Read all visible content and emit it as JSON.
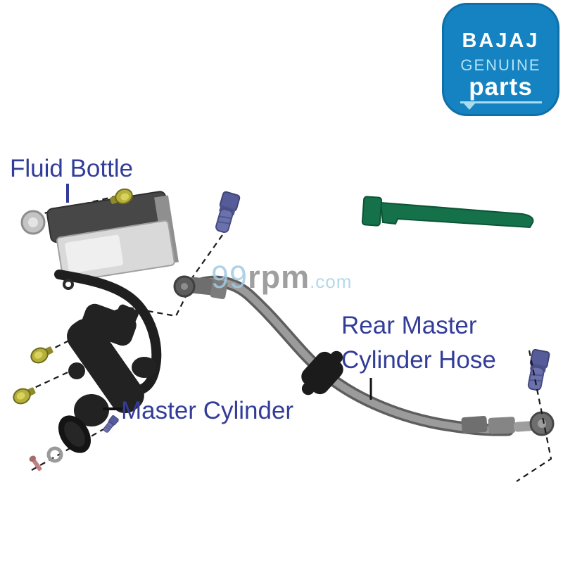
{
  "labels": {
    "fluid_bottle": "Fluid Bottle",
    "master_cylinder": "Master Cylinder",
    "rear_hose_line1": "Rear Master",
    "rear_hose_line2": "Cylinder Hose"
  },
  "watermark": {
    "num": "99",
    "name": "rpm",
    "tld": ".com"
  },
  "logo": {
    "brand": "BAJAJ",
    "genuine": "GENUINE",
    "parts": "parts"
  },
  "colors": {
    "label_text": "#333d99",
    "logo_background": "#1583c1",
    "logo_accent": "#aadcf0",
    "green_part": "#15714a",
    "yellow_bolt": "#b6b03a",
    "purple_bolt": "#5d639e",
    "hose_gray": "#9b9b9b",
    "watermark_blue": "#a2cbe2",
    "watermark_gray": "#8f8f8f"
  },
  "parts_shown": [
    "fluid-bottle-reservoir",
    "reservoir-hose",
    "rear-master-cylinder",
    "rear-master-cylinder-hose",
    "green-retainer-rod",
    "yellow-flange-bolt-1",
    "yellow-flange-bolt-2",
    "yellow-flange-bolt-3",
    "purple-banjo-bolt-front",
    "purple-banjo-bolt-rear",
    "small-purple-screw",
    "washer",
    "cotter-pin"
  ]
}
